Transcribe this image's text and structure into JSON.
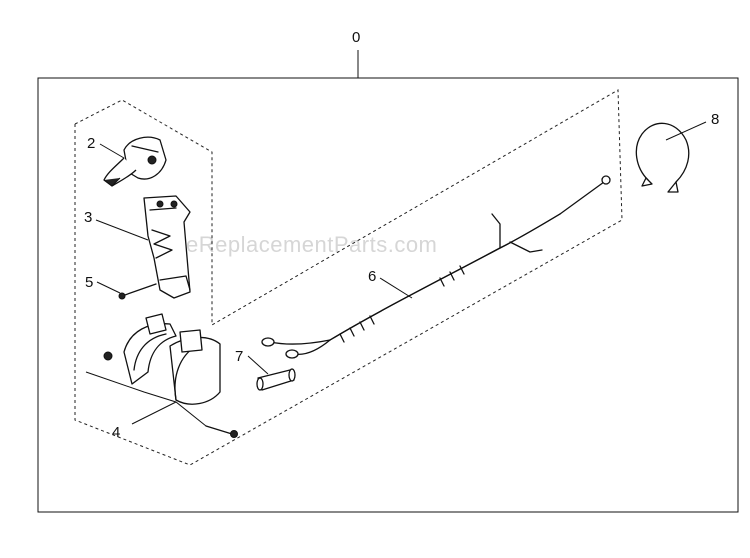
{
  "watermark": "eReplacementParts.com",
  "callouts": {
    "assembly": "0",
    "part2": "2",
    "part3": "3",
    "part4": "4",
    "part5": "5",
    "part6": "6",
    "part7": "7",
    "part8": "8"
  }
}
